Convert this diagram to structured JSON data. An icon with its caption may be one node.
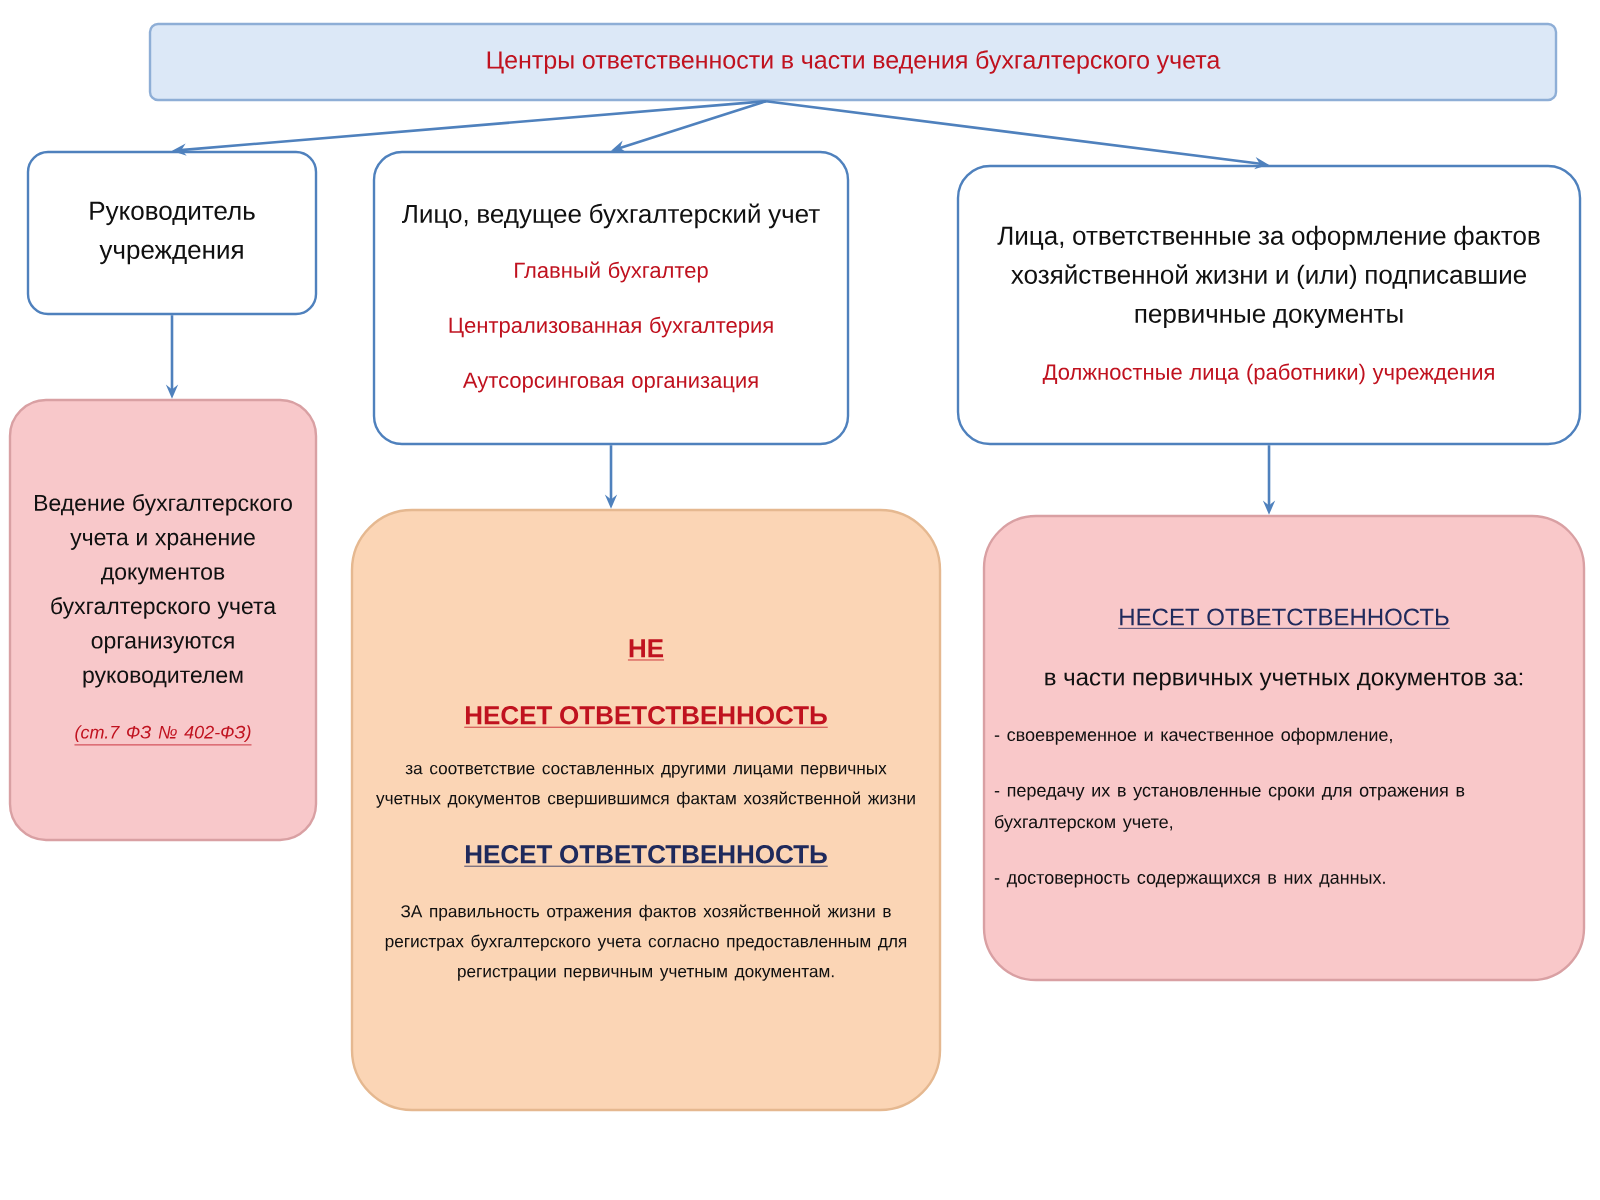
{
  "diagram": {
    "nodes": [
      {
        "text": [
          "Центры ответственности  в части ведения бухгалтерского учета"
        ]
      },
      {
        "text": [
          "Руководитель учреждения"
        ]
      },
      {
        "text": [
          "Лицо, ведущее бухгалтерский учет",
          "Главный бухгалтер",
          "Централизованная бухгалтерия",
          "Аутсорсинговая  организация"
        ]
      },
      {
        "text": [
          "Лица, ответственные за оформление фактов хозяйственной жизни и (или) подписавшие первичные документы",
          "Должностные лица (работники) учреждения"
        ]
      },
      {
        "text": [
          "Ведение бухгалтерского учета и хранение документов бухгалтерского учета организуются руководителем",
          "(ст.7 ФЗ № 402-ФЗ)"
        ]
      },
      {
        "text": [
          "НЕ",
          "НЕСЕТ ОТВЕТСТВЕННОСТЬ",
          "за соответствие составленных другими лицами первичных учетных документов свершившимся фактам хозяйственной жизни",
          "НЕСЕТ ОТВЕТСТВЕННОСТЬ",
          "ЗА правильность отражения фактов хозяйственной жизни в регистрах бухгалтерского учета согласно предоставленным для регистрации первичным учетным документам."
        ]
      },
      {
        "text": [
          "НЕСЕТ ОТВЕТСТВЕННОСТЬ",
          "в части первичных учетных документов за:",
          "- своевременное и качественное оформление,",
          "- передачу их в установленные сроки для отражения в бухгалтерском учете,",
          "- достоверность содержащихся в них данных."
        ]
      }
    ],
    "edges": [
      {
        "from": 0,
        "to": 1,
        "arrow": "to"
      },
      {
        "from": 0,
        "to": 2,
        "arrow": "to"
      },
      {
        "from": 0,
        "to": 3,
        "arrow": "to"
      },
      {
        "from": 1,
        "to": 4,
        "arrow": "to"
      },
      {
        "from": 2,
        "to": 5,
        "arrow": "to"
      },
      {
        "from": 3,
        "to": 6,
        "arrow": "to"
      }
    ]
  }
}
